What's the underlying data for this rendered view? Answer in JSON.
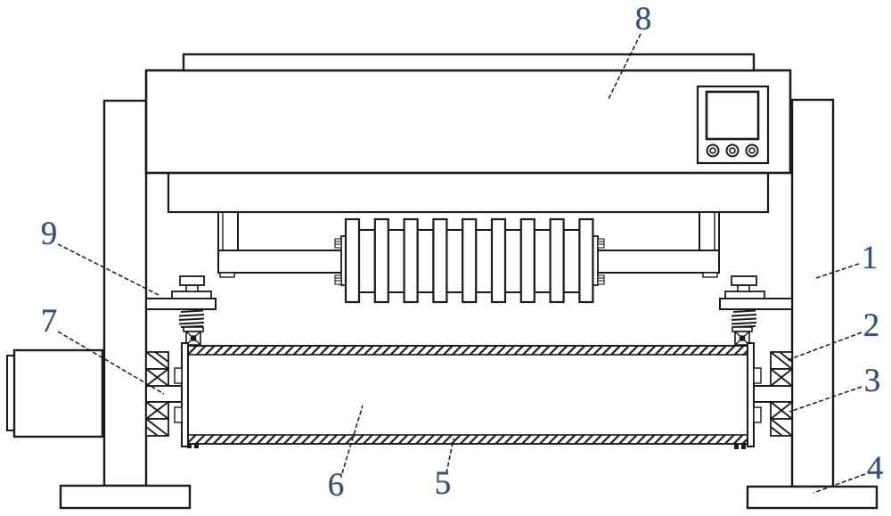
{
  "figure": {
    "kind": "patent-style technical line drawing of a roller machine",
    "background_color": "#ffffff",
    "line_color": "#1a1a1a",
    "label_color": "#34507c"
  },
  "part_labels": {
    "p1": "1",
    "p2": "2",
    "p3": "3",
    "p4": "4",
    "p5": "5",
    "p6": "6",
    "p7": "7",
    "p8": "8",
    "p9": "9"
  }
}
